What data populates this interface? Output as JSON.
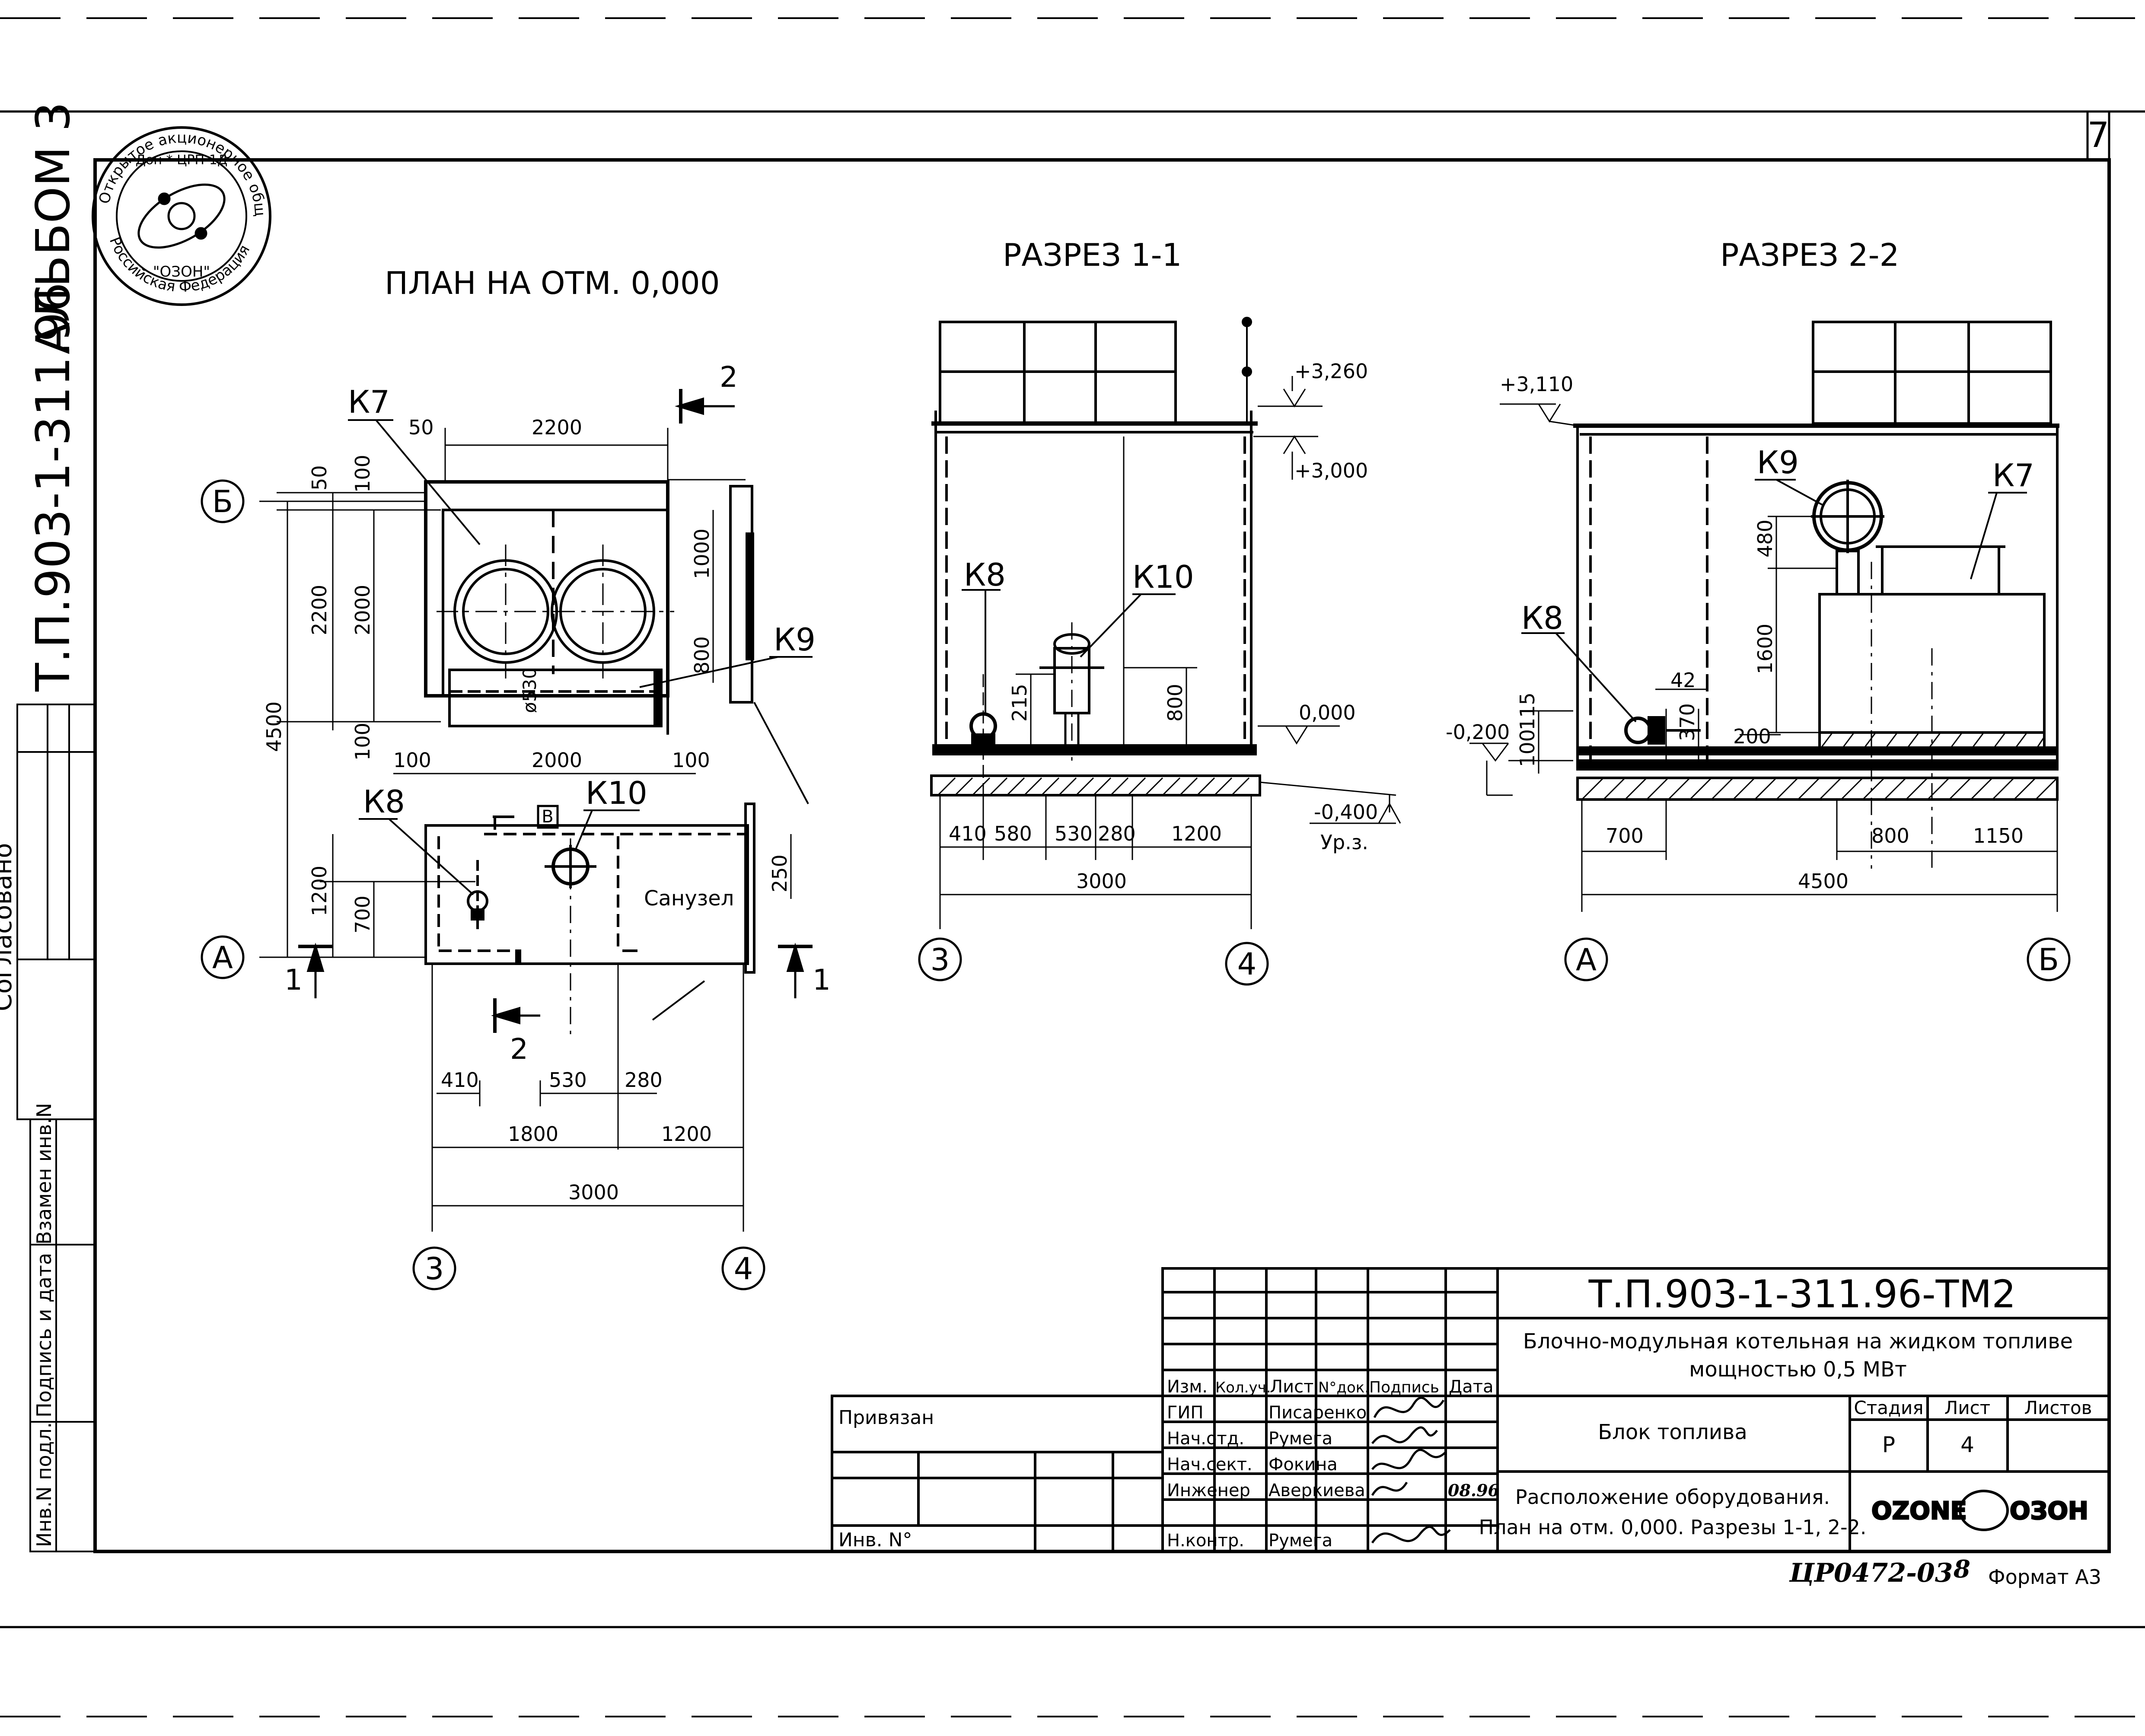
{
  "sheet": {
    "sheet_number": "7",
    "side_code": "Т.П.903-1-311.96",
    "album": "АЛЬБОМ 3",
    "agreed": "Согласовано",
    "side_labels": [
      "Взамен инв.N",
      "Подпись и дата",
      "Инв.N подл."
    ],
    "bottom_note": "ЦР0472-03",
    "bottom_num": "8",
    "format": "Формат А3"
  },
  "stamp": {
    "ring_top": "Открытое акционерное общество",
    "ring_bottom": "Российская Федерация",
    "center": "\"ОЗОН\"",
    "code": "Дон * ЦРП-1Д"
  },
  "plan": {
    "title": "ПЛАН  НА   ОТМ. 0,000",
    "labels": {
      "k7": "К7",
      "k8": "К8",
      "k9": "К9",
      "k10": "К10",
      "sanuzel": "Санузел",
      "b_box": "В",
      "dia": "ø530"
    },
    "axes": {
      "b": "Б",
      "a": "А",
      "ax3": "3",
      "ax4": "4"
    },
    "cuts": {
      "c1": "1",
      "c2": "2"
    },
    "dims": {
      "d50a": "50",
      "d2200top": "2200",
      "d50b": "50",
      "d100a": "100",
      "d2200": "2200",
      "d2000v": "2000",
      "d4500": "4500",
      "d1000": "1000",
      "d800": "800",
      "d100b": "100",
      "d100c": "100",
      "d2000h": "2000",
      "d100d": "100",
      "d1200v": "1200",
      "d700": "700",
      "d250": "250",
      "d410": "410",
      "d530": "530",
      "d280": "280",
      "d1800": "1800",
      "d1200h": "1200",
      "d3000": "3000"
    }
  },
  "section1": {
    "title": "РАЗРЕЗ  1-1",
    "labels": {
      "k8": "К8",
      "k10": "К10"
    },
    "levels": {
      "l3260": "+3,260",
      "l3000": "+3,000",
      "l0": "0,000",
      "l0400": "-0,400",
      "urz": "Ур.з."
    },
    "dims": {
      "d215": "215",
      "d800": "800",
      "d410": "410",
      "d580": "580",
      "d530": "530",
      "d280": "280",
      "d1200": "1200",
      "d3000": "3000"
    },
    "axes": {
      "ax3": "3",
      "ax4": "4"
    }
  },
  "section2": {
    "title": "РАЗРЕЗ  2-2",
    "labels": {
      "k9": "К9",
      "k7": "К7",
      "k8": "К8"
    },
    "levels": {
      "l3110": "+3,110",
      "lm200": "-0,200"
    },
    "dims": {
      "d480": "480",
      "d1600": "1600",
      "d42": "42",
      "d370": "370",
      "d115": "115",
      "d100": "100",
      "d200": "200",
      "d700": "700",
      "d800": "800",
      "d1150": "1150",
      "d4500": "4500"
    },
    "axes": {
      "a": "А",
      "b": "Б"
    }
  },
  "title_block": {
    "doc_code": "Т.П.903-1-311.96-ТМ2",
    "project": "Блочно-модульная котельная на жидком топливе",
    "project2": "мощностью 0,5 МВт",
    "block": "Блок топлива",
    "desc1": "Расположение оборудования.",
    "desc2": "План на отм. 0,000. Разрезы 1-1, 2-2.",
    "stage_h": "Стадия",
    "sheet_h": "Лист",
    "sheets_h": "Листов",
    "stage": "Р",
    "sheet": "4",
    "cols": [
      "Изм.",
      "Кол.уч.",
      "Лист",
      "N°док.",
      "Подпись",
      "Дата"
    ],
    "roles": [
      {
        "role": "ГИП",
        "name": "Писаренко"
      },
      {
        "role": "Нач.отд.",
        "name": "Румега"
      },
      {
        "role": "Нач.сект.",
        "name": "Фокина"
      },
      {
        "role": "Инженер",
        "name": "Аверкиева",
        "date": "08.96"
      },
      {
        "role": "Н.контр.",
        "name": "Румега"
      }
    ],
    "privyazan": "Привязан",
    "inv": "Инв. N°",
    "logo_left": "OZONE",
    "logo_right": "ОЗОН"
  }
}
